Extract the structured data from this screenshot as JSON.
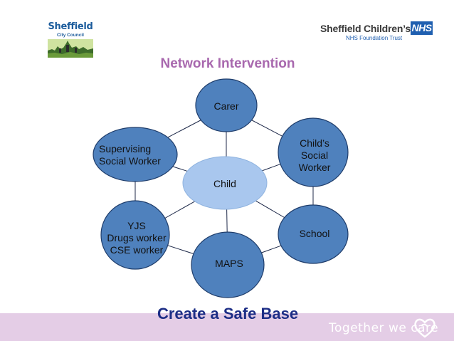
{
  "header": {
    "council_logo": {
      "word": "Sheffield",
      "sub": "City Council"
    },
    "nhs_logo": {
      "name": "Sheffield Children’s",
      "badge": "NHS",
      "trust": "NHS Foundation Trust"
    }
  },
  "title": "Network Intervention",
  "nodes": {
    "carer": [
      "Carer"
    ],
    "childs_social_worker": [
      "Child’s",
      "Social",
      "Worker"
    ],
    "supervising_social_worker": [
      "Supervising",
      "Social Worker"
    ],
    "child": [
      "Child"
    ],
    "yjs": [
      "YJS",
      "Drugs worker",
      "CSE worker"
    ],
    "school": [
      "School"
    ],
    "maps": [
      "MAPS"
    ]
  },
  "caption": "Create a Safe Base",
  "footer": {
    "tagline": "Together we care",
    "band_color": "#e4cde6"
  },
  "colors": {
    "node_fill": "#4f81bd",
    "node_stroke": "#1f3d6b",
    "center_fill": "#a9c7ee",
    "title": "#a868ae",
    "caption": "#1d2e86"
  }
}
